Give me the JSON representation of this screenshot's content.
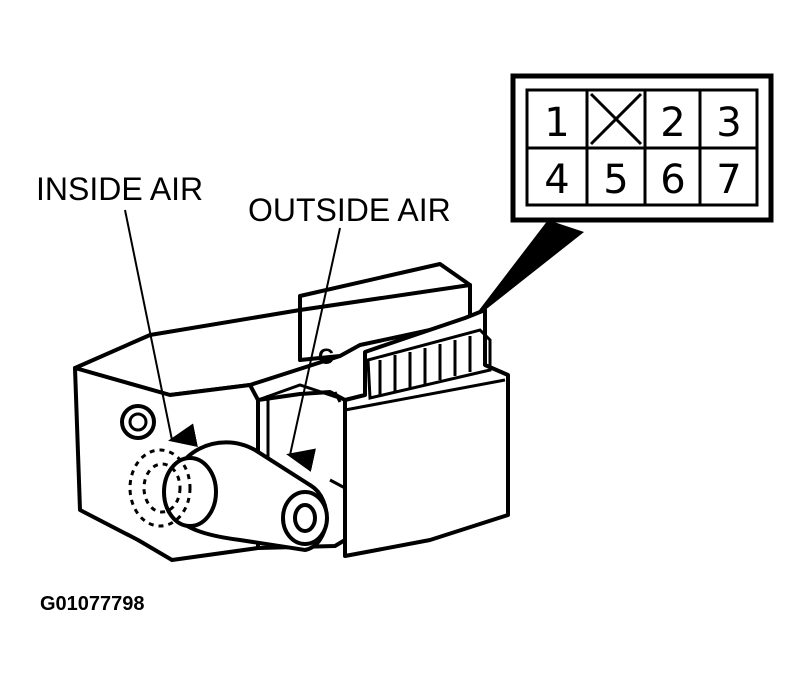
{
  "labels": {
    "inside_air": "INSIDE AIR",
    "outside_air": "OUTSIDE AIR",
    "figure_id": "G01077798",
    "connector_mark": "C"
  },
  "connector": {
    "top_row": [
      "1",
      "",
      "2",
      "3"
    ],
    "bottom_row": [
      "4",
      "5",
      "6",
      "7"
    ],
    "blank_cell_index": 1
  }
}
